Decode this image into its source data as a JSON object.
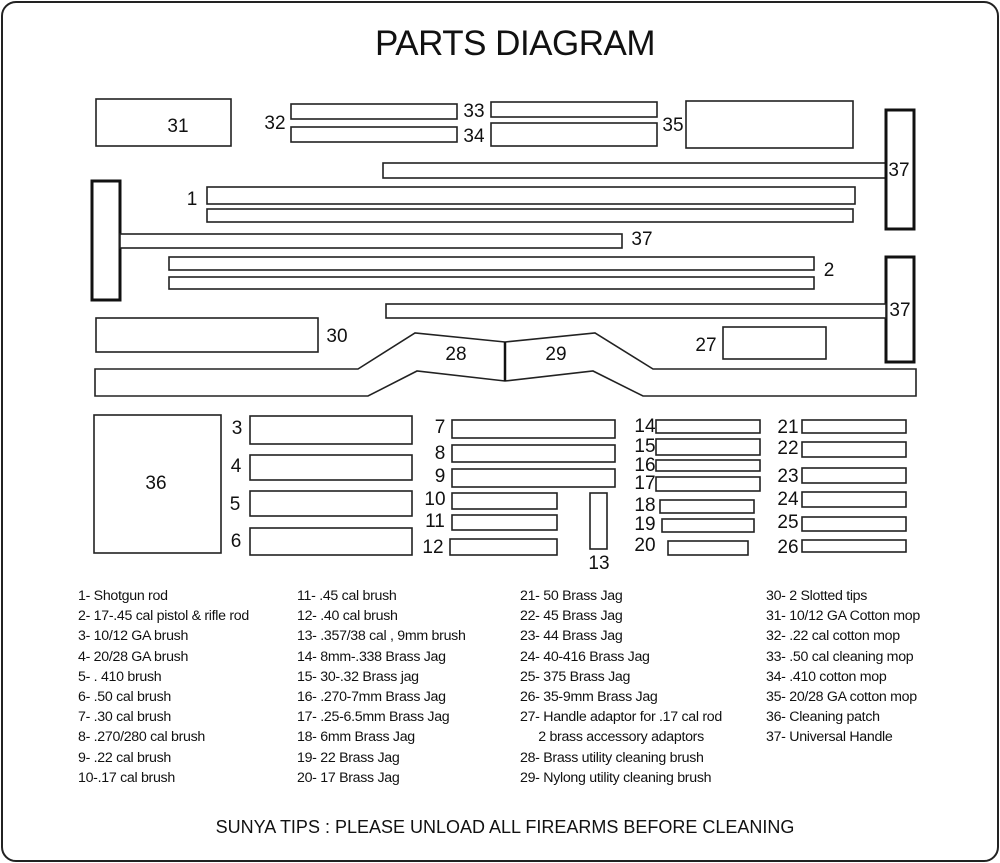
{
  "title": "PARTS DIAGRAM",
  "labels": {
    "p1": "1",
    "p2": "2",
    "p3": "3",
    "p4": "4",
    "p5": "5",
    "p6": "6",
    "p7": "7",
    "p8": "8",
    "p9": "9",
    "p10": "10",
    "p11": "11",
    "p12": "12",
    "p13": "13",
    "p14": "14",
    "p15": "15",
    "p16": "16",
    "p17": "17",
    "p18": "18",
    "p19": "19",
    "p20": "20",
    "p21": "21",
    "p22": "22",
    "p23": "23",
    "p24": "24",
    "p25": "25",
    "p26": "26",
    "p27": "27",
    "p28": "28",
    "p29": "29",
    "p30": "30",
    "p31": "31",
    "p32": "32",
    "p33": "33",
    "p34": "34",
    "p35": "35",
    "p36": "36",
    "p37": "37"
  },
  "legend": {
    "col1": [
      "1- Shotgun rod",
      "2- 17-.45 cal pistol & rifle rod",
      "3- 10/12 GA brush",
      "4- 20/28 GA brush",
      "5- . 410 brush",
      "6- .50 cal brush",
      "7- .30 cal brush",
      "8- .270/280 cal brush",
      "9- .22 cal brush",
      "10-.17 cal brush"
    ],
    "col2": [
      "11- .45 cal brush",
      "12- .40 cal brush",
      "13- .357/38 cal , 9mm brush",
      "14- 8mm-.338 Brass Jag",
      "15- 30-.32 Brass jag",
      "16- .270-7mm Brass Jag",
      "17- .25-6.5mm Brass Jag",
      "18- 6mm Brass Jag",
      "19- 22 Brass Jag",
      "20- 17 Brass Jag"
    ],
    "col3": [
      "21- 50 Brass Jag",
      "22- 45 Brass Jag",
      "23- 44 Brass Jag",
      "24- 40-416 Brass Jag",
      "25- 375 Brass Jag",
      "26- 35-9mm Brass Jag",
      "27- Handle adaptor for .17 cal rod",
      "     2 brass accessory adaptors",
      "28- Brass utility cleaning brush",
      "29- Nylong utility cleaning brush"
    ],
    "col4": [
      "30- 2 Slotted tips",
      "31- 10/12 GA Cotton mop",
      "32- .22 cal cotton mop",
      "33- .50 cal cleaning mop",
      "34- .410 cotton mop",
      "35- 20/28 GA cotton mop",
      "36- Cleaning patch",
      "37- Universal Handle"
    ]
  },
  "footer": "SUNYA TIPS : PLEASE UNLOAD ALL FIREARMS BEFORE CLEANING"
}
